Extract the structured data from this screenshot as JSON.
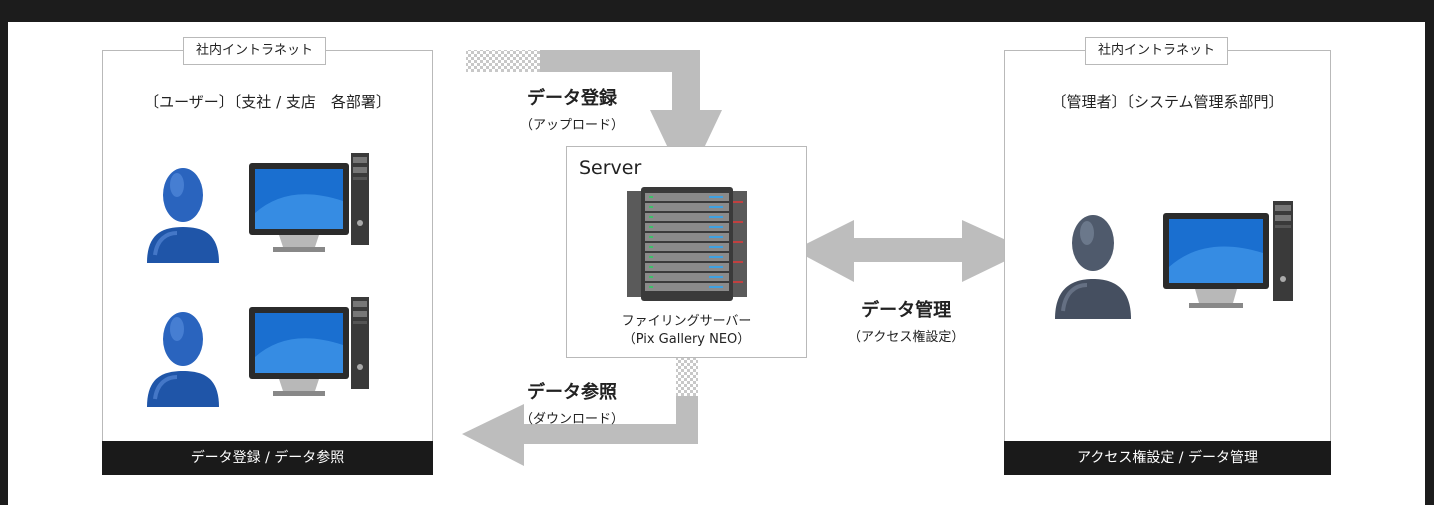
{
  "left_panel": {
    "tab": "社内イントラネット",
    "role": "〔ユーザー〕〔支社 / 支店　各部署〕",
    "footer": "データ登録 / データ参照"
  },
  "right_panel": {
    "tab": "社内イントラネット",
    "role": "〔管理者〕〔システム管理系部門〕",
    "footer": "アクセス権設定 / データ管理"
  },
  "server": {
    "title": "Server",
    "caption_line1": "ファイリングサーバー",
    "caption_line2": "（Pix Gallery NEO）"
  },
  "arrows": {
    "upload": {
      "main": "データ登録",
      "sub": "（アップロード）"
    },
    "download": {
      "main": "データ参照",
      "sub": "（ダウンロード）"
    },
    "manage": {
      "main": "データ管理",
      "sub": "（アクセス権設定）"
    }
  },
  "colors": {
    "frame": "#1c1c1c",
    "arrow": "#bdbdbd",
    "footer": "#1a1a1a",
    "user_blue": "#1f5fb8",
    "monitor_screen": "#1a6fd0"
  },
  "icons": [
    "user-silhouette-icon",
    "desktop-computer-icon",
    "server-rack-icon"
  ]
}
